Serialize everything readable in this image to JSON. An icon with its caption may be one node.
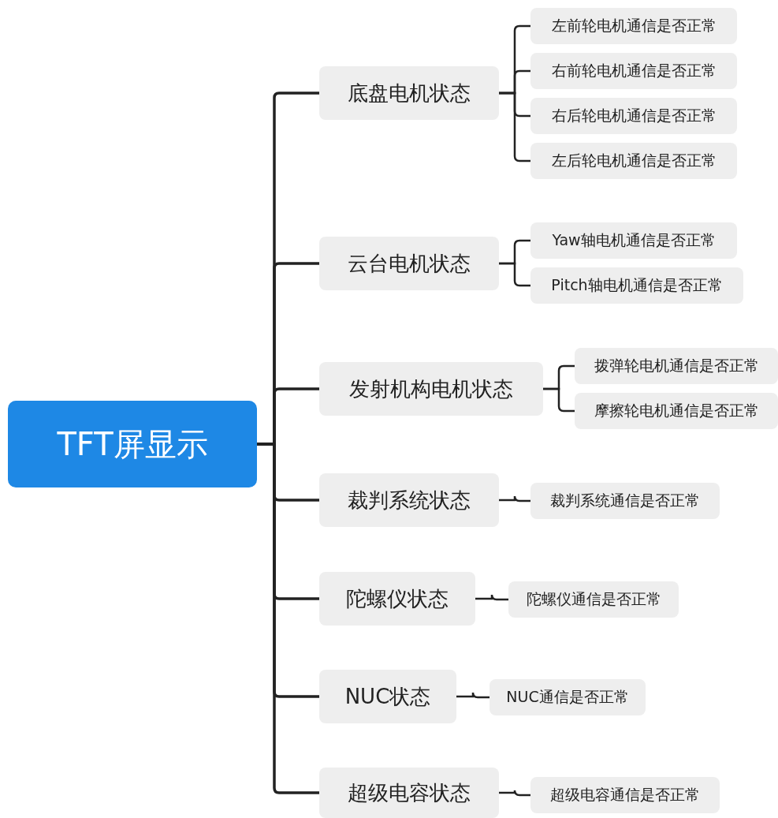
{
  "diagram": {
    "nodes": [
      {
        "text": [
          "TFT屏显示"
        ]
      },
      {
        "text": [
          "底盘电机状态"
        ]
      },
      {
        "text": [
          "左前轮电机通信是否正常"
        ]
      },
      {
        "text": [
          "右前轮电机通信是否正常"
        ]
      },
      {
        "text": [
          "右后轮电机通信是否正常"
        ]
      },
      {
        "text": [
          "左后轮电机通信是否正常"
        ]
      },
      {
        "text": [
          "云台电机状态"
        ]
      },
      {
        "text": [
          "Yaw轴电机通信是否正常"
        ]
      },
      {
        "text": [
          "Pitch轴电机通信是否正常"
        ]
      },
      {
        "text": [
          "发射机构电机状态"
        ]
      },
      {
        "text": [
          "拨弹轮电机通信是否正常"
        ]
      },
      {
        "text": [
          "摩擦轮电机通信是否正常"
        ]
      },
      {
        "text": [
          "裁判系统状态"
        ]
      },
      {
        "text": [
          "裁判系统通信是否正常"
        ]
      },
      {
        "text": [
          "陀螺仪状态"
        ]
      },
      {
        "text": [
          "陀螺仪通信是否正常"
        ]
      },
      {
        "text": [
          "NUC状态"
        ]
      },
      {
        "text": [
          "NUC通信是否正常"
        ]
      },
      {
        "text": [
          "超级电容状态"
        ]
      },
      {
        "text": [
          "超级电容通信是否正常"
        ]
      }
    ],
    "edges": [
      {
        "from": 0,
        "to": 1,
        "arrow": "none"
      },
      {
        "from": 0,
        "to": 6,
        "arrow": "none"
      },
      {
        "from": 0,
        "to": 9,
        "arrow": "none"
      },
      {
        "from": 0,
        "to": 12,
        "arrow": "none"
      },
      {
        "from": 0,
        "to": 14,
        "arrow": "none"
      },
      {
        "from": 0,
        "to": 16,
        "arrow": "none"
      },
      {
        "from": 0,
        "to": 18,
        "arrow": "none"
      },
      {
        "from": 1,
        "to": 2,
        "arrow": "none"
      },
      {
        "from": 1,
        "to": 3,
        "arrow": "none"
      },
      {
        "from": 1,
        "to": 4,
        "arrow": "none"
      },
      {
        "from": 1,
        "to": 5,
        "arrow": "none"
      },
      {
        "from": 6,
        "to": 7,
        "arrow": "none"
      },
      {
        "from": 6,
        "to": 8,
        "arrow": "none"
      },
      {
        "from": 9,
        "to": 10,
        "arrow": "none"
      },
      {
        "from": 9,
        "to": 11,
        "arrow": "none"
      },
      {
        "from": 12,
        "to": 13,
        "arrow": "none"
      },
      {
        "from": 14,
        "to": 15,
        "arrow": "none"
      },
      {
        "from": 16,
        "to": 17,
        "arrow": "none"
      },
      {
        "from": 18,
        "to": 19,
        "arrow": "none"
      }
    ]
  }
}
